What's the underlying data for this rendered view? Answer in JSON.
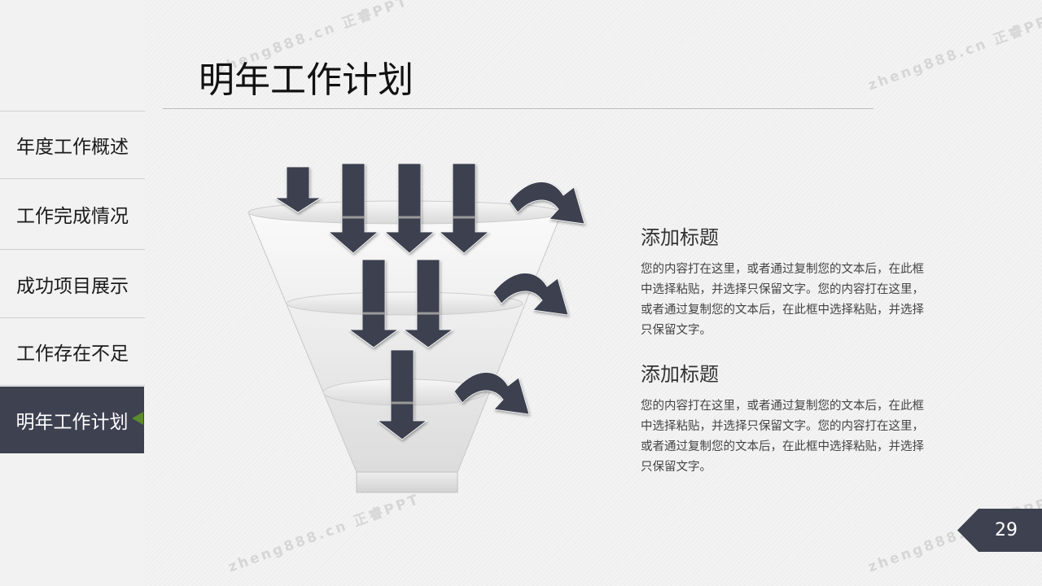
{
  "sidebar": {
    "items": [
      {
        "label": "年度工作概述",
        "active": false
      },
      {
        "label": "工作完成情况",
        "active": false
      },
      {
        "label": "成功项目展示",
        "active": false
      },
      {
        "label": "工作存在不足",
        "active": false
      },
      {
        "label": "明年工作计划",
        "active": true
      }
    ]
  },
  "header": {
    "title": "明年工作计划"
  },
  "content": {
    "blocks": [
      {
        "heading": "添加标题",
        "body": "您的内容打在这里，或者通过复制您的文本后，在此框中选择粘贴，并选择只保留文字。您的内容打在这里，或者通过复制您的文本后，在此框中选择粘贴，并选择只保留文字。"
      },
      {
        "heading": "添加标题",
        "body": "您的内容打在这里，或者通过复制您的文本后，在此框中选择粘贴，并选择只保留文字。您的内容打在这里，或者通过复制您的文本后，在此框中选择粘贴，并选择只保留文字。"
      }
    ]
  },
  "footer": {
    "page_number": "29"
  },
  "watermark": {
    "text": "zheng888.cn 正睿PPT"
  },
  "colors": {
    "accent_dark": "#3d4150",
    "accent_green": "#5a8a2a",
    "funnel_light": "#f4f4f4"
  }
}
